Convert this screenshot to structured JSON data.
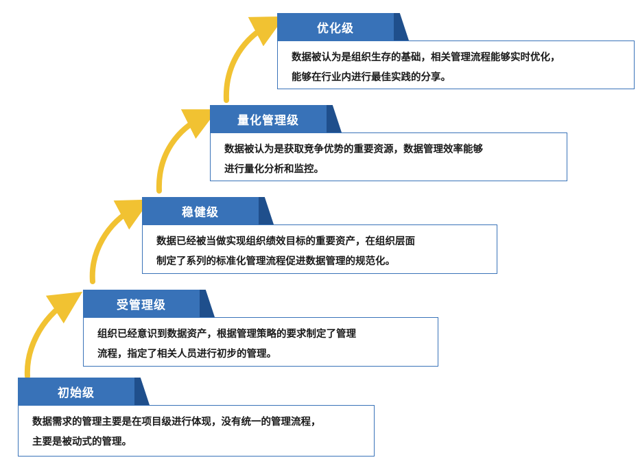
{
  "levels": [
    {
      "title": "初始级",
      "lines": [
        "数据需求的管理主要是在项目级进行体现，没有统一的管理流程，",
        "主要是被动式的管理。"
      ]
    },
    {
      "title": "受管理级",
      "lines": [
        "组织已经意识到数据资产，根据管理策略的要求制定了管理",
        "流程，指定了相关人员进行初步的管理。"
      ]
    },
    {
      "title": "稳健级",
      "lines": [
        "数据已经被当做实现组织绩效目标的重要资产，在组织层面",
        "制定了系列的标准化管理流程促进数据管理的规范化。"
      ]
    },
    {
      "title": "量化管理级",
      "lines": [
        "数据被认为是获取竞争优势的重要资源，数据管理效率能够",
        "进行量化分析和监控。"
      ]
    },
    {
      "title": "优化级",
      "lines": [
        "数据被认为是组织生存的基础，相关管理流程能够实时优化，",
        "能够在行业内进行最佳实践的分享。"
      ]
    }
  ],
  "colors": {
    "tab": "#3872b8",
    "tab_shade": "#1f4f8c",
    "border": "#3872b8",
    "arrow": "#f1c232"
  }
}
